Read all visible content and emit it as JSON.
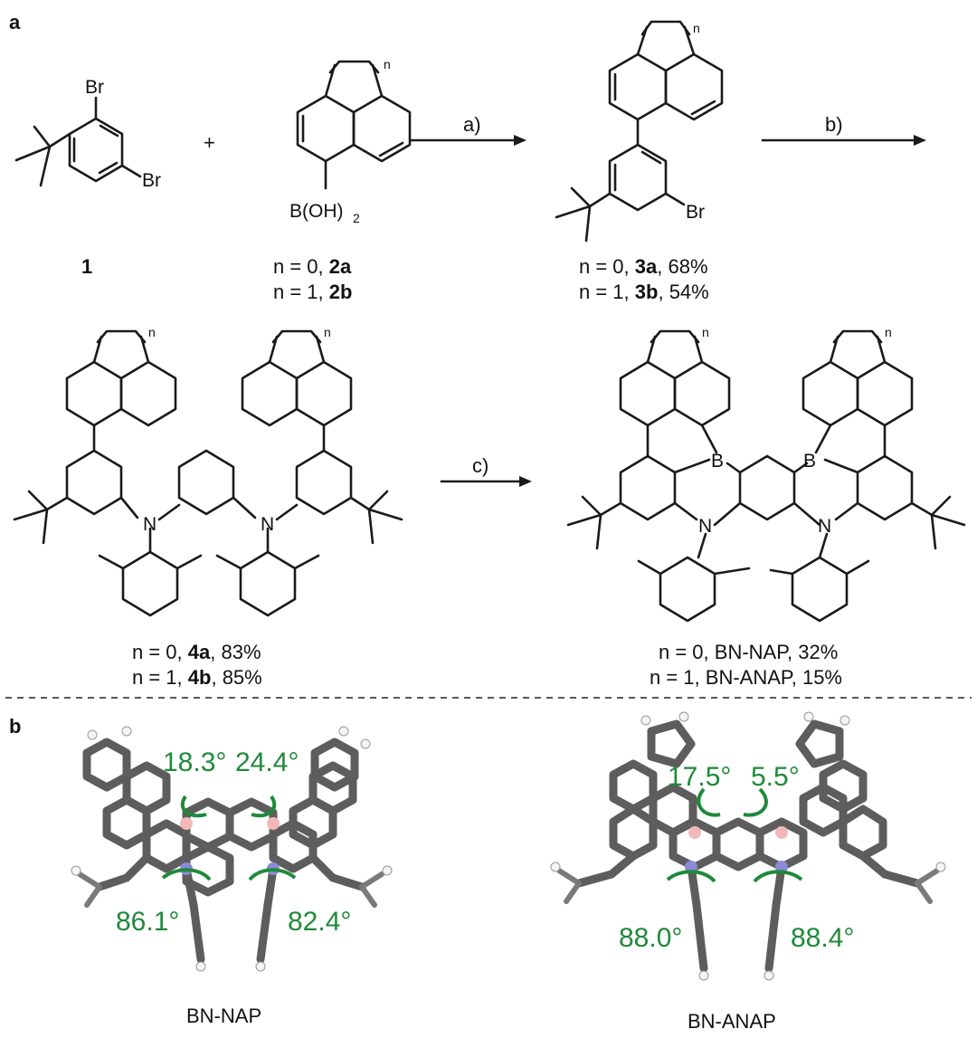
{
  "panel_a": {
    "label": "a",
    "plus": "+",
    "compound_1": {
      "br_top": "Br",
      "br_right": "Br",
      "id": "1"
    },
    "compound_2": {
      "n": "n",
      "boronic": "B(OH)",
      "boronic_sub": "2",
      "line1_pre": "n = 0, ",
      "line1_id": "2a",
      "line2_pre": "n = 1, ",
      "line2_id": "2b"
    },
    "arrow_a": "a)",
    "arrow_b": "b)",
    "arrow_c": "c)",
    "compound_3": {
      "n": "n",
      "br": "Br",
      "line1_pre": "n = 0, ",
      "line1_id": "3a",
      "line1_post": ", 68%",
      "line2_pre": "n = 1, ",
      "line2_id": "3b",
      "line2_post": ", 54%"
    },
    "compound_4": {
      "n": "n",
      "nitrogen": "N",
      "line1_pre": "n = 0, ",
      "line1_id": "4a",
      "line1_post": ", 83%",
      "line2_pre": "n = 1, ",
      "line2_id": "4b",
      "line2_post": ", 85%"
    },
    "product": {
      "n": "n",
      "boron": "B",
      "nitrogen": "N",
      "line1": "n = 0, BN-NAP, 32%",
      "line2": "n = 1, BN-ANAP, 15%"
    }
  },
  "panel_b": {
    "label": "b",
    "left": {
      "name": "BN-NAP",
      "angle_tl": "18.3°",
      "angle_tr": "24.4°",
      "angle_bl": "86.1°",
      "angle_br": "82.4°"
    },
    "right": {
      "name": "BN-ANAP",
      "angle_tl": "17.5°",
      "angle_tr": "5.5°",
      "angle_bl": "88.0°",
      "angle_br": "88.4°"
    }
  },
  "colors": {
    "angle_text": "#1f8a3a",
    "carbon": "#5d5d5d",
    "boron": "#f2b8b8",
    "nitrogen": "#8a8ad6",
    "hydrogen": "#f4f4f4"
  }
}
